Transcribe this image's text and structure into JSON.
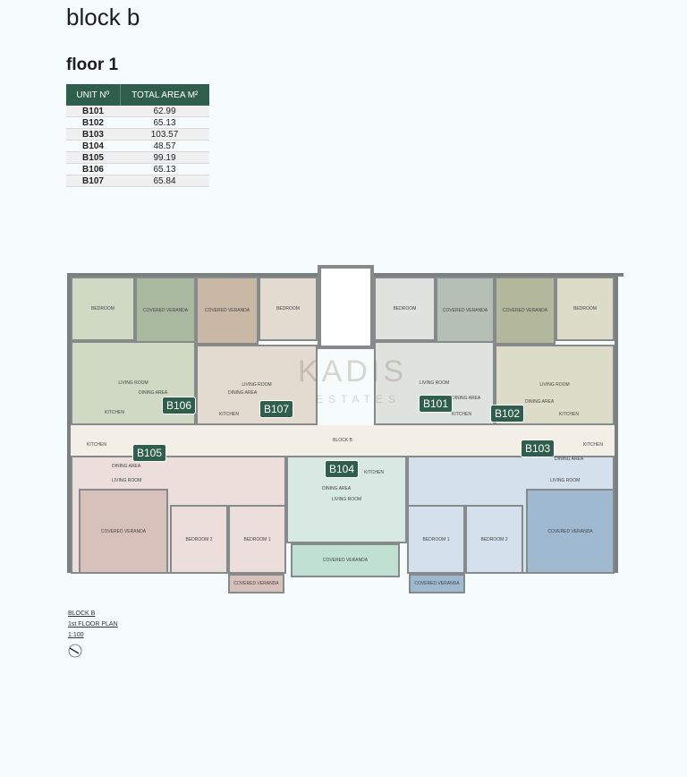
{
  "title": "block b",
  "floor": "floor 1",
  "table": {
    "headers": [
      "UNIT Nº",
      "TOTAL AREA M²"
    ],
    "rows": [
      {
        "unit": "B101",
        "area": "62.99"
      },
      {
        "unit": "B102",
        "area": "65.13"
      },
      {
        "unit": "B103",
        "area": "103.57"
      },
      {
        "unit": "B104",
        "area": "48.57"
      },
      {
        "unit": "B105",
        "area": "99.19"
      },
      {
        "unit": "B106",
        "area": "65.13"
      },
      {
        "unit": "B107",
        "area": "65.84"
      }
    ]
  },
  "plan": {
    "units": [
      "B101",
      "B102",
      "B103",
      "B104",
      "B105",
      "B106",
      "B107"
    ],
    "rooms": {
      "bedroom": "BEDROOM",
      "covered_veranda": "COVERED VERANDA",
      "living_room": "LIVING ROOM",
      "dining_area": "DINING AREA",
      "kitchen": "KITCHEN",
      "bedroom_1": "BEDROOM 1",
      "bedroom_2": "BEDROOM 2"
    },
    "corridor": "BLOCK B",
    "watermark": "KADIS",
    "watermark_sub": "ESTATES",
    "colors": {
      "B106": "#cfd9c4",
      "B107": "#e3dbd0",
      "B101": "#dfe3df",
      "B102": "#dcdcc8",
      "B105": "#ecdedb",
      "B104": "#d7e9e2",
      "B103": "#d4e1ec"
    }
  },
  "notes": [
    "BLOCK B",
    "1st FLOOR PLAN",
    "1:100"
  ],
  "compass": "north-arrow-icon"
}
